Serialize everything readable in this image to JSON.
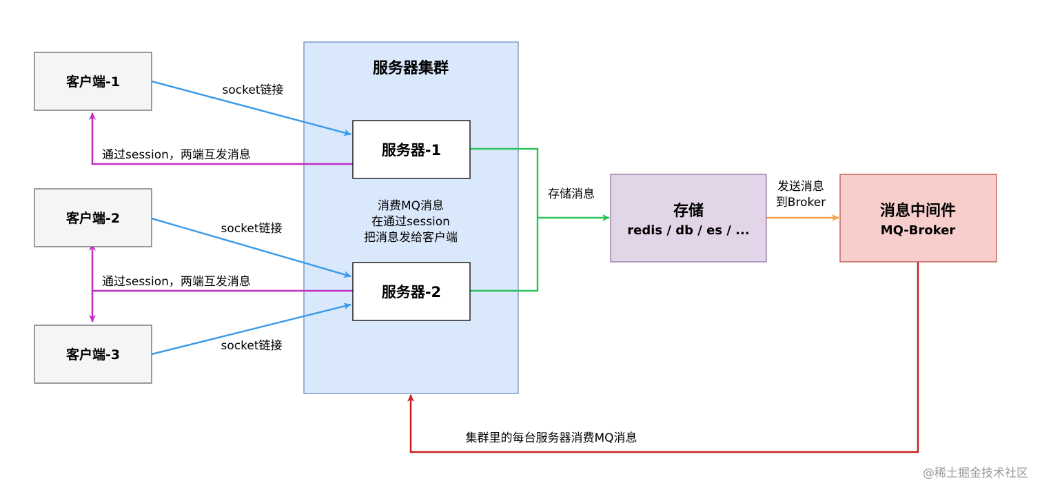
{
  "cluster": {
    "title": "服务器集群",
    "note": [
      "消费MQ消息",
      "在通过session",
      "把消息发给客户端"
    ]
  },
  "clients": [
    "客户端-1",
    "客户端-2",
    "客户端-3"
  ],
  "servers": [
    "服务器-1",
    "服务器-2"
  ],
  "storage": {
    "title": "存储",
    "subtitle": "redis / db / es / ..."
  },
  "broker": {
    "title": "消息中间件",
    "subtitle": "MQ-Broker"
  },
  "labels": {
    "socket1": "socket链接",
    "socket2": "socket链接",
    "socket3": "socket链接",
    "session1": "通过session，两端互发消息",
    "session2": "通过session，两端互发消息",
    "store": "存储消息",
    "send_line1": "发送消息",
    "send_line2": "到Broker",
    "consume": "集群里的每台服务器消费MQ消息"
  },
  "watermark": "@稀土掘金技术社区",
  "colors": {
    "socket": "#3d9be9",
    "session": "#c02ec4",
    "store": "#2bc45a",
    "send": "#f5a04a",
    "consume": "#cc1f1f",
    "cluster_fill": "#dae8fc",
    "cluster_stroke": "#6c8ebf",
    "client_fill": "#f5f5f5",
    "client_stroke": "#666666",
    "storage_fill": "#e1d5e7",
    "storage_stroke": "#9673a6",
    "broker_fill": "#f8cecc",
    "broker_stroke": "#b85450"
  }
}
